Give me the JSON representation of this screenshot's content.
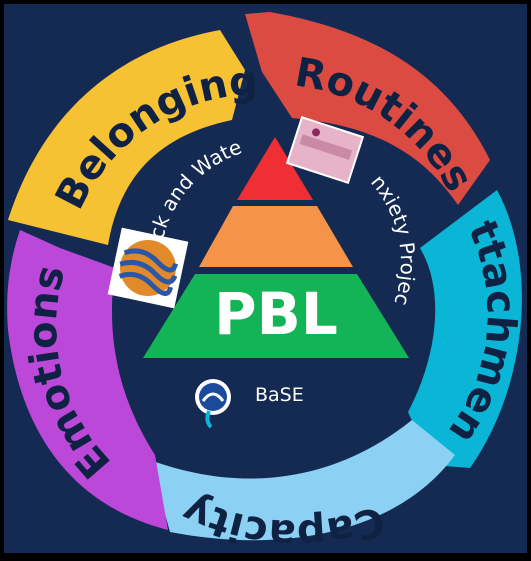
{
  "segments": [
    {
      "label": "Belonging",
      "color": "#f6c233"
    },
    {
      "label": "Routines",
      "color": "#dc4b41"
    },
    {
      "label": "Attachment",
      "color": "#0bb5d6"
    },
    {
      "label": "Capacity",
      "color": "#8cd0f4"
    },
    {
      "label": "Emotions",
      "color": "#bb48d9"
    }
  ],
  "pyramid": {
    "label": "PBL",
    "tiers": [
      {
        "color": "#ef2f33"
      },
      {
        "color": "#f59448"
      },
      {
        "color": "#13b455"
      }
    ]
  },
  "programs": [
    {
      "label": "Rock and Water"
    },
    {
      "label": "Anxiety Project"
    },
    {
      "label": "BaSE"
    }
  ],
  "colors": {
    "background": "#142a52",
    "frame": "#000000",
    "text_dark": "#0f2243"
  },
  "icons": [
    "rock-and-water-logo",
    "anxiety-project-logo",
    "base-logo"
  ]
}
